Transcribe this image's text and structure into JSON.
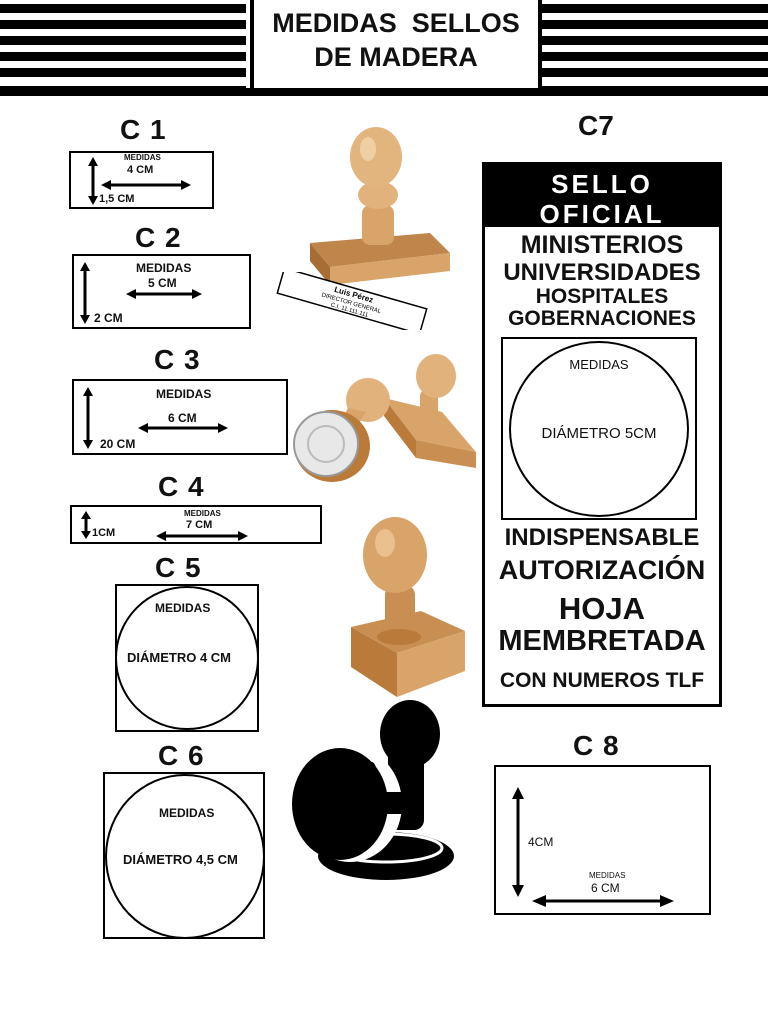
{
  "title": {
    "line1": "MEDIDAS  SELLOS",
    "line2": "DE MADERA"
  },
  "c1": {
    "label": "C 1",
    "medidas": "MEDIDAS",
    "width": "4 CM",
    "height": "1,5 CM"
  },
  "c2": {
    "label": "C 2",
    "medidas": "MEDIDAS",
    "width": "5 CM",
    "height": "2 CM"
  },
  "c3": {
    "label": "C 3",
    "medidas": "MEDIDAS",
    "width": "6 CM",
    "height": "20 CM"
  },
  "c4": {
    "label": "C 4",
    "medidas": "MEDIDAS",
    "width": "7 CM",
    "height": "1CM"
  },
  "c5": {
    "label": "C 5",
    "medidas": "MEDIDAS",
    "diameter": "DIÁMETRO 4 CM"
  },
  "c6": {
    "label": "C 6",
    "medidas": "MEDIDAS",
    "diameter": "DIÁMETRO 4,5 CM"
  },
  "c7": {
    "label": "C7",
    "head1": "SELLO",
    "head2": "OFICIAL",
    "entities": [
      "MINISTERIOS",
      "UNIVERSIDADES",
      "HOSPITALES",
      "GOBERNACIONES"
    ],
    "medidas": "MEDIDAS",
    "diameter": "DIÁMETRO 5CM",
    "requirements": [
      "INDISPENSABLE",
      "AUTORIZACIÓN",
      "HOJA",
      "MEMBRETADA",
      "CON NUMEROS TLF"
    ]
  },
  "c8": {
    "label": "C 8",
    "medidas": "MEDIDAS",
    "width": "6 CM",
    "height": "4CM"
  },
  "stamp_imprint": {
    "line1": "Luis Pérez",
    "line2": "DIRECTOR GENERAL",
    "line3": "C.I. 11.111.111"
  },
  "colors": {
    "wood": "#d9a46a",
    "wood_dark": "#b97a3a",
    "black": "#000000"
  }
}
